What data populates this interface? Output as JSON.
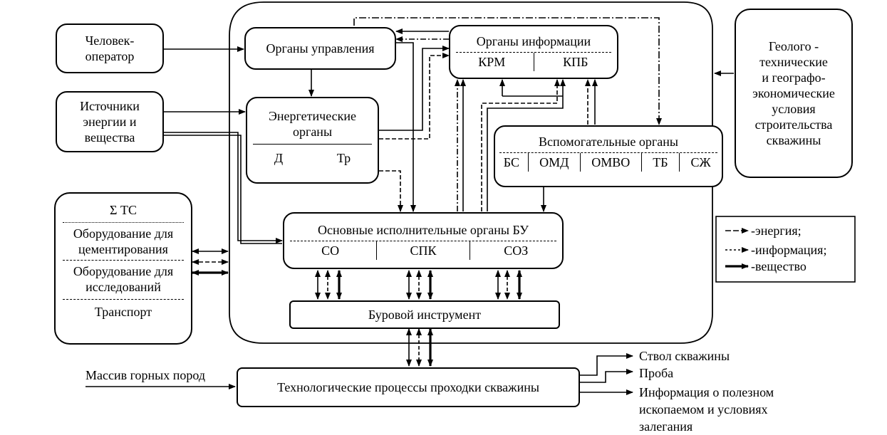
{
  "diagram": {
    "operator": {
      "label_line1": "Человек-",
      "label_line2": "оператор"
    },
    "energy_sources": {
      "line1": "Источники",
      "line2": "энергии и",
      "line3": "вещества"
    },
    "control": {
      "label": "Органы управления"
    },
    "info": {
      "label": "Органы информации",
      "parts": [
        "КРМ",
        "КПБ"
      ]
    },
    "energetic": {
      "line1": "Энергетические",
      "line2": "органы",
      "parts": [
        "Д",
        "Тр"
      ]
    },
    "conditions": {
      "lines": [
        "Геолого -",
        "технические",
        "и географо-",
        "экономические",
        "условия",
        "строительства",
        "скважины"
      ]
    },
    "auxiliary": {
      "label": "Вспомогательные органы",
      "parts": [
        "БС",
        "ОМД",
        "ОМВО",
        "ТБ",
        "СЖ"
      ]
    },
    "ts": {
      "title": "Σ  ТС",
      "item1_l1": "Оборудование для",
      "item1_l2": "цементирования",
      "item2_l1": "Оборудование для",
      "item2_l2": "исследований",
      "item3": "Транспорт"
    },
    "main_exec": {
      "label": "Основные исполнительные органы БУ",
      "parts": [
        "СО",
        "СПК",
        "СОЗ"
      ]
    },
    "drill_tool": {
      "label": "Буровой инструмент"
    },
    "rock_mass": {
      "label": "Массив горных пород"
    },
    "process": {
      "label": "Технологические процессы проходки скважины"
    },
    "outputs": {
      "out1": "Ствол скважины",
      "out2": "Проба",
      "out3_l1": "Информация о полезном",
      "out3_l2": "ископаемом и условиях",
      "out3_l3": "залегания"
    },
    "legend": {
      "energy": "-энергия;",
      "information": "-информация;",
      "substance": "-вещество"
    }
  }
}
